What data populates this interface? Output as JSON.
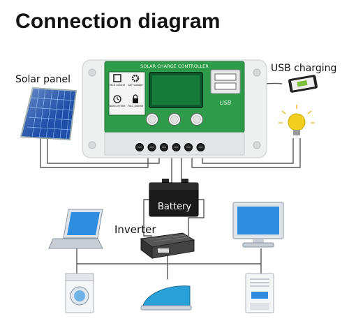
{
  "title": "Connection diagram",
  "labels": {
    "solar_panel": "Solar panel",
    "usb_charging": "USB charging",
    "battery": "Battery",
    "inverter": "Inverter"
  },
  "controller": {
    "header": "SOLAR CHARGE CONTROLLER",
    "usb_mark": "USB",
    "legend": [
      {
        "icon": "chip-icon",
        "label": "MCU control"
      },
      {
        "icon": "gear-icon",
        "label": "SET voltage"
      },
      {
        "icon": "clock-icon",
        "label": "Build-in time"
      },
      {
        "icon": "lock-icon",
        "label": "FULL protect"
      }
    ],
    "terminal_count": 6,
    "button_count": 3
  },
  "colors": {
    "controller_green": "#2e9b4a",
    "lcd_green": "#0e5a2a",
    "wire": "#555555",
    "solar_blue": "#2a67c9",
    "monitor_blue": "#2f8de0",
    "bulb_yellow": "#f2d020"
  }
}
